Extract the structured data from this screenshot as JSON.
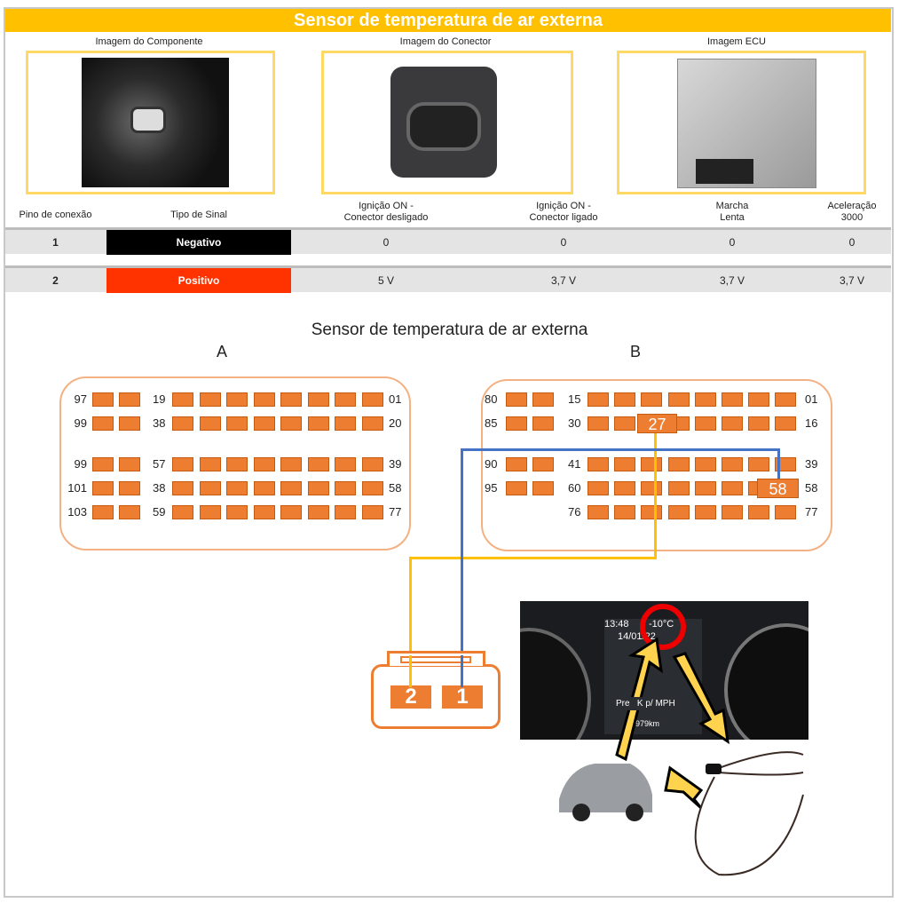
{
  "title": "Sensor de temperatura de ar externa",
  "images": {
    "component": "Imagem do Componente",
    "connector": "Imagem do Conector",
    "ecu": "Imagem ECU"
  },
  "table": {
    "headers": [
      "Pino de conexão",
      "Tipo de Sinal",
      "Ignição ON -\nConector desligado",
      "Ignição ON -\nConector ligado",
      "Marcha\nLenta",
      "Aceleração\n3000"
    ],
    "rows": [
      {
        "pin": "1",
        "signal": "Negativo",
        "signal_color": "#000000",
        "ign_off": "0",
        "ign_on": "0",
        "idle": "0",
        "accel": "0"
      },
      {
        "pin": "2",
        "signal": "Positivo",
        "signal_color": "#FF3300",
        "ign_off": "5 V",
        "ign_on": "3,7 V",
        "idle": "3,7 V",
        "accel": "3,7 V"
      }
    ]
  },
  "diagram": {
    "title": "Sensor de temperatura de ar externa",
    "connector_a": {
      "name": "A",
      "left": [
        "97",
        "99",
        "99",
        "101",
        "103"
      ],
      "middle": [
        "19",
        "38",
        "57",
        "38",
        "59"
      ],
      "right": [
        "01",
        "20",
        "39",
        "58",
        "77"
      ]
    },
    "connector_b": {
      "name": "B",
      "left": [
        "80",
        "85",
        "90",
        "95",
        ""
      ],
      "middle": [
        "15",
        "30",
        "41",
        "60",
        "76"
      ],
      "right": [
        "01",
        "16",
        "39",
        "58",
        "77"
      ],
      "highlight_27": "27",
      "highlight_58": "58"
    },
    "sensor_pins": [
      "2",
      "1"
    ],
    "wire_colors": {
      "pin2": "#FFC000",
      "pin1": "#4472C4"
    }
  },
  "dashboard": {
    "time": "13:48",
    "temp": "-10°C",
    "date": "14/01/22",
    "odometer": "79979km",
    "msg": "Pre   K p/ MPH"
  }
}
